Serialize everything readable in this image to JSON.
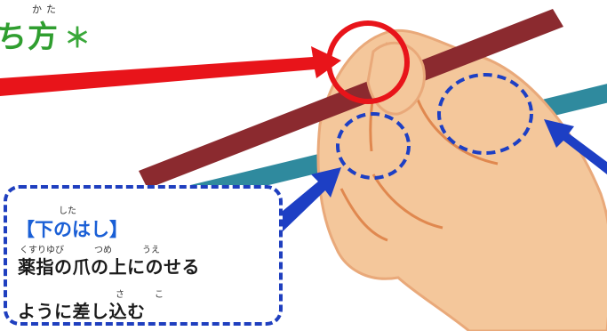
{
  "title": {
    "text": "ち方",
    "ruby": "かた",
    "mark": "＊",
    "color": "#2f9e2f"
  },
  "callout": {
    "heading": "【下のはし】",
    "heading_ruby": "した",
    "line1": "薬指の爪の上にのせる",
    "line1_ruby_a": "くすりゆび",
    "line1_ruby_b": "つめ",
    "line1_ruby_c": "うえ",
    "line2": "ように差し込む",
    "line2_ruby_a": "さ",
    "line2_ruby_b": "こ",
    "border_color": "#1f3fbf",
    "heading_color": "#1a5fd6"
  },
  "colors": {
    "upper_chopstick": "#8b2a2f",
    "lower_chopstick": "#2f8a9e",
    "hand": "#f4c79b",
    "red_arrow": "#e8141a",
    "blue_arrow": "#1d3fc4"
  },
  "icons": [
    "chopsticks-hand-illustration",
    "red-pointer-arrow",
    "blue-pointer-arrow",
    "red-highlight-circle",
    "blue-dashed-highlight-circle"
  ]
}
